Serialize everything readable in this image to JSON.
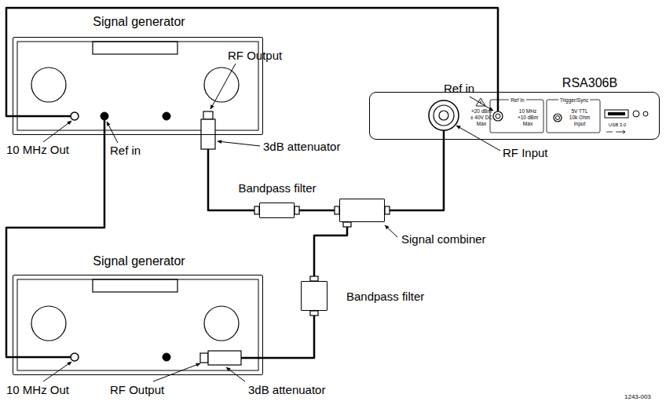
{
  "diagram": {
    "nodes": [
      {
        "text": [
          "Signal generator"
        ]
      },
      {
        "text": [
          "RSA306B",
          "+20 dBm ± 40V DC Max",
          "Ref In",
          "10 MHz +10 dBm Max",
          "Trigger/Sync",
          "5V TTL 10k Ohm Input",
          "USB 3.0"
        ]
      },
      {
        "text": [
          "Bandpass filter"
        ]
      },
      {
        "text": [
          "Signal combiner"
        ]
      },
      {
        "text": [
          "Signal generator"
        ]
      },
      {
        "text": [
          "Bandpass filter"
        ]
      }
    ],
    "edges": [
      {
        "from": 0,
        "to": 1,
        "arrow": "none"
      },
      {
        "from": 4,
        "to": 0,
        "arrow": "none"
      },
      {
        "from": 0,
        "to": 2,
        "arrow": "none"
      },
      {
        "from": 2,
        "to": 3,
        "arrow": "none"
      },
      {
        "from": 4,
        "to": 5,
        "arrow": "none"
      },
      {
        "from": 5,
        "to": 3,
        "arrow": "none"
      },
      {
        "from": 3,
        "to": 1,
        "arrow": "none"
      }
    ],
    "labels": [
      "Ref in",
      "RF Output",
      "10 MHz Out",
      "Ref in",
      "3dB attenuator",
      "RF Input",
      "10 MHz Out",
      "RF Output",
      "3dB attenuator",
      "1243-003"
    ]
  }
}
